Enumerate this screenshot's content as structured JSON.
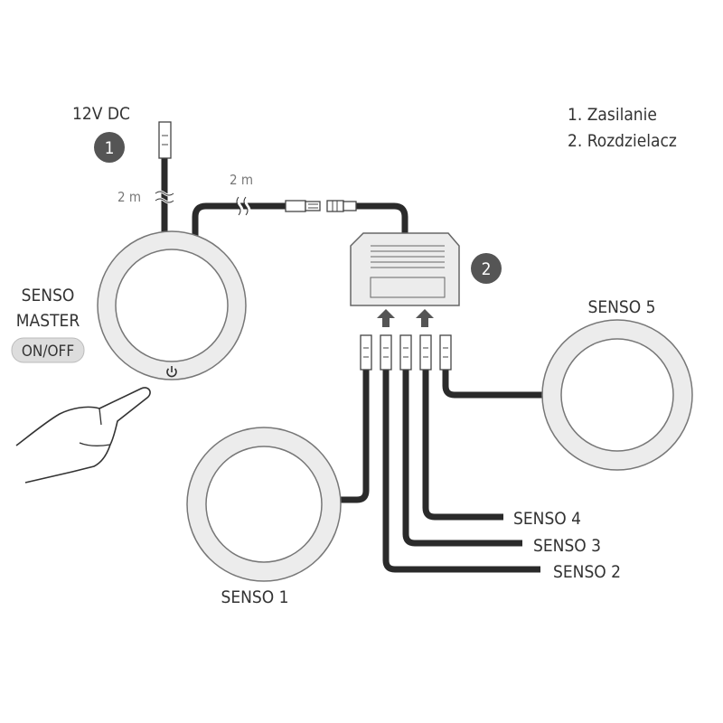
{
  "labels": {
    "power": "12V DC",
    "cable_length_1": "2 m",
    "cable_length_2": "2 m",
    "master_line1": "SENSO",
    "master_line2": "MASTER",
    "on_off": "ON/OFF",
    "senso1": "SENSO 1",
    "senso2": "SENSO 2",
    "senso3": "SENSO 3",
    "senso4": "SENSO 4",
    "senso5": "SENSO 5"
  },
  "badges": [
    "1",
    "2"
  ],
  "legend": [
    "1. Zasilanie",
    "2. Rozdzielacz"
  ],
  "colors": {
    "cable": "#2a2a2a",
    "badge": "#555555",
    "ring": "#ececec"
  }
}
